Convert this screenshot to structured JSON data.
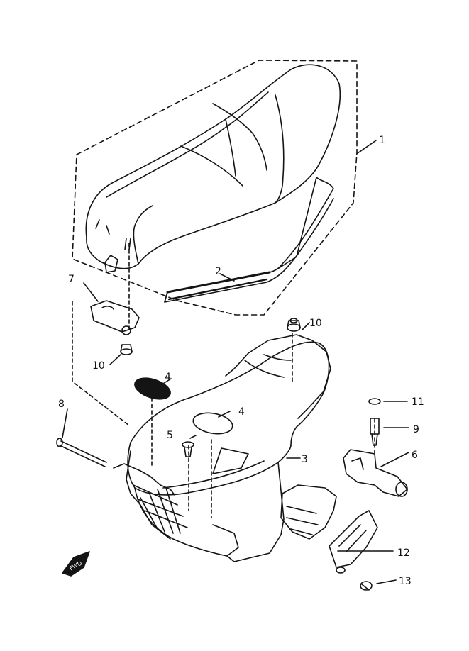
{
  "callouts": {
    "c1": "1",
    "c2": "2",
    "c3": "3",
    "c4a": "4",
    "c4b": "4",
    "c5": "5",
    "c6": "6",
    "c7": "7",
    "c8": "8",
    "c9": "9",
    "c10a": "10",
    "c10b": "10",
    "c11": "11",
    "c12": "12",
    "c13": "13"
  },
  "front_badge": "FWD",
  "colors": {
    "ink": "#141414",
    "paper": "#ffffff"
  }
}
